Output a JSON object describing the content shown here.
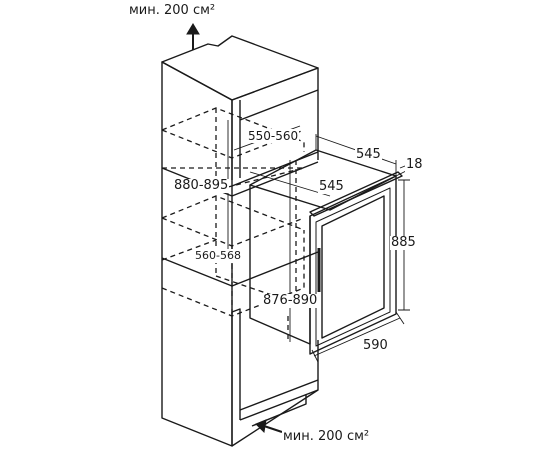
{
  "labels": {
    "vent_top": "мин. 200 см²",
    "vent_bottom": "мин. 200 см²",
    "niche_depth": "550-560",
    "niche_height": "880-895",
    "niche_width": "560-568",
    "inner_height": "876-890",
    "appliance_depth_top": "545",
    "appliance_depth_inner": "545",
    "door_thickness": "18",
    "appliance_height": "885",
    "appliance_width": "590"
  },
  "colors": {
    "line": "#1a1a1a",
    "background": "#ffffff"
  },
  "icons": {
    "airflow_top": "arrow-up-icon",
    "airflow_bottom": "arrow-left-icon"
  }
}
